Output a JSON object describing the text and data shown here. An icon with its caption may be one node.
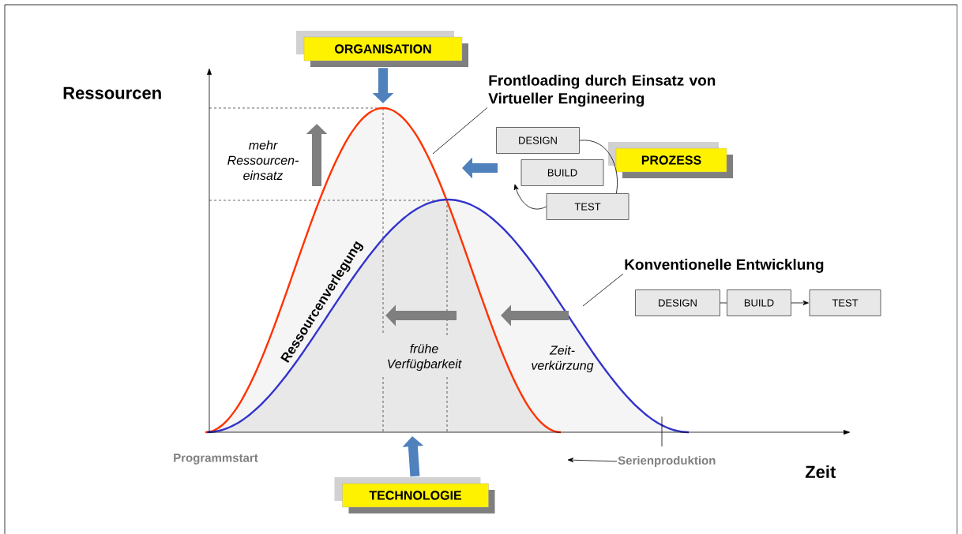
{
  "diagram": {
    "nodes": [
      {
        "text": [
          "ORGANISATION"
        ]
      },
      {
        "text": [
          "Frontloading durch Einsatz von Virtueller Engineering"
        ]
      },
      {
        "text": [
          "DESIGN"
        ]
      },
      {
        "text": [
          "PROZESS"
        ]
      },
      {
        "text": [
          "BUILD"
        ]
      },
      {
        "text": [
          "TEST"
        ]
      },
      {
        "text": [
          "Konventionelle Entwicklung"
        ]
      },
      {
        "text": [
          "DESIGN"
        ]
      },
      {
        "text": [
          "BUILD"
        ]
      },
      {
        "text": [
          "TEST"
        ]
      },
      {
        "text": [
          "Serienproduktion"
        ]
      },
      {
        "text": [
          "TECHNOLOGIE"
        ]
      }
    ],
    "edges": [
      {
        "from": 0,
        "to": null,
        "arrow": "to",
        "style": "thick",
        "color": "#4f81bd"
      },
      {
        "from": 2,
        "to": 5,
        "arrow": "none"
      },
      {
        "from": 5,
        "to": 4,
        "arrow": "to"
      },
      {
        "from": 7,
        "to": 8,
        "arrow": "none"
      },
      {
        "from": 8,
        "to": 9,
        "arrow": "to"
      },
      {
        "from": 1,
        "to": null,
        "arrow": "none"
      },
      {
        "from": 6,
        "to": null,
        "arrow": "none"
      },
      {
        "from": 10,
        "to": null,
        "arrow": "to"
      },
      {
        "from": 11,
        "to": null,
        "arrow": "to",
        "style": "thick",
        "color": "#4f81bd"
      }
    ],
    "labels": [
      "Ressourcen",
      "mehr Ressourcen-einsatz",
      "Ressourcenverlegung",
      "frühe Verfügbarkeit",
      "Zeit-verkürzung",
      "Programmstart",
      "Zeit"
    ]
  }
}
